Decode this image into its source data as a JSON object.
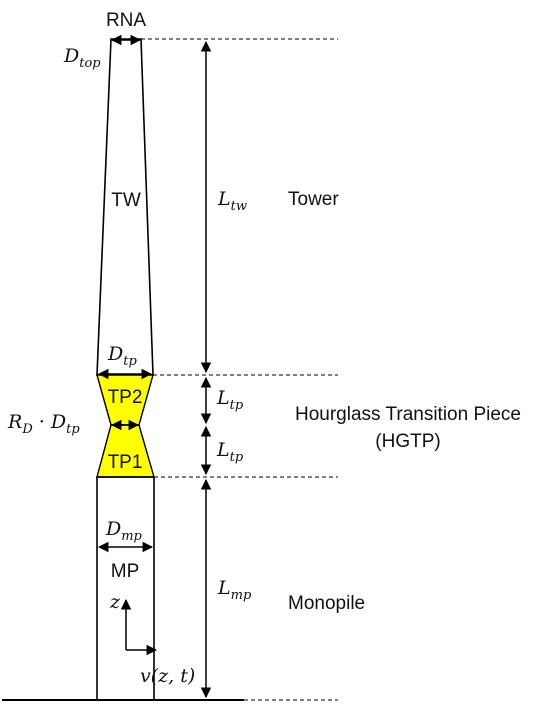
{
  "labels": {
    "rna": "RNA",
    "tower_segment": "TW",
    "tp_upper": "TP2",
    "tp_lower": "TP1",
    "monopile_segment": "MP"
  },
  "math": {
    "d_top": {
      "base": "D",
      "sub": "top"
    },
    "d_tp": {
      "base": "D",
      "sub": "tp"
    },
    "rd_dtp": {
      "pre": "R",
      "pre_sub": "D",
      "dot": " · ",
      "base": "D",
      "sub": "tp"
    },
    "d_mp": {
      "base": "D",
      "sub": "mp"
    },
    "l_tw": {
      "base": "L",
      "sub": "tw"
    },
    "l_tp_upper": {
      "base": "L",
      "sub": "tp"
    },
    "l_tp_lower": {
      "base": "L",
      "sub": "tp"
    },
    "l_mp": {
      "base": "L",
      "sub": "mp"
    },
    "z_axis": "z",
    "v_label": "v(z, t)"
  },
  "sections": {
    "tower": "Tower",
    "hgtp_line1": "Hourglass Transition Piece",
    "hgtp_line2": "(HGTP)",
    "monopile": "Monopile"
  },
  "colors": {
    "transition_fill": "#ffff00",
    "line": "#000000"
  }
}
